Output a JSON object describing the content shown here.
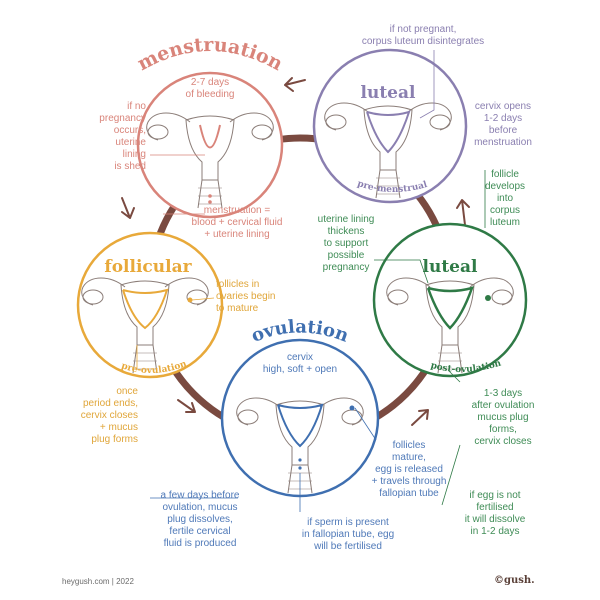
{
  "colors": {
    "menstruation": "#d9847a",
    "luteal_pre": "#8a7fb0",
    "luteal_post": "#2f7a46",
    "follicular": "#e8a93a",
    "ovulation": "#3f6fb0",
    "cycle_ring": "#7a4a40",
    "outline": "#8b7d78"
  },
  "phases": {
    "menstruation": {
      "title": "menstruation",
      "note": "2-7 days\nof bleeding"
    },
    "luteal_pre": {
      "title": "luteal",
      "sub": "pre-menstrual"
    },
    "luteal_post": {
      "title": "luteal",
      "sub": "post-ovulation"
    },
    "follicular": {
      "title": "follicular",
      "sub": "pre-ovulation"
    },
    "ovulation": {
      "title": "ovulation",
      "note": "cervix\nhigh, soft + open"
    }
  },
  "annotations": {
    "corpus_disintegrates": "if not pregnant,\ncorpus luteum disintegrates",
    "cervix_opens": "cervix opens\n1-2 days\nbefore\nmenstruation",
    "lining_shed": "if no\npregnancy\noccurs,\nuterine\nlining\nis shed",
    "menstruation_def": "menstruation =\nblood + cervical fluid\n+ uterine lining",
    "lining_thickens": "uterine lining\nthickens\nto support\npossible\npregnancy",
    "corpus_develops": "follicle\ndevelops\ninto\ncorpus\nluteum",
    "follicles_mature_begin": "follicles in\novaries begin\nto mature",
    "period_ends": "once\nperiod ends,\ncervix closes\n+ mucus\nplug forms",
    "mucus_plug_forms": "1-3 days\nafter ovulation\nmucus plug\nforms,\ncervix closes",
    "egg_released": "follicles\nmature,\negg is released\n+ travels through\nfallopian tube",
    "egg_dissolve": "if egg is not\nfertilised\nit will dissolve\nin 1-2 days",
    "plug_dissolves": "a few days before\novulation, mucus\nplug dissolves,\nfertile cervical\nfluid is produced",
    "sperm_present": "if sperm is present\nin fallopian tube, egg\nwill be fertilised"
  },
  "footer": {
    "left": "heygush.com | 2022",
    "right": "©gush."
  }
}
